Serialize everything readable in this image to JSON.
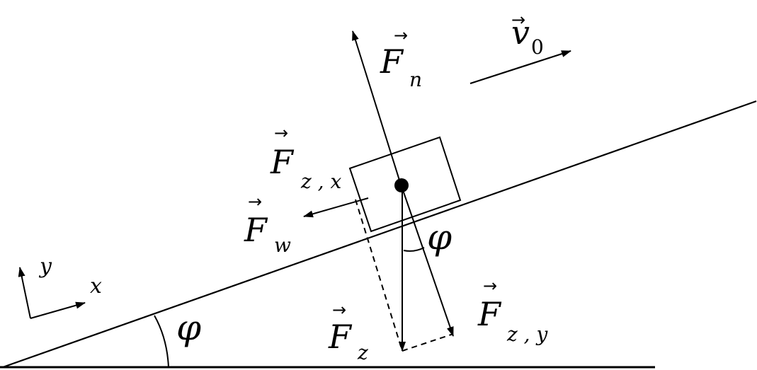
{
  "diagram": {
    "labels": {
      "normal_force": {
        "symbol": "F",
        "subscript": "n"
      },
      "velocity": {
        "symbol": "v",
        "subscript": "0"
      },
      "gravity_parallel": {
        "symbol": "F",
        "subscript": "z , x"
      },
      "friction": {
        "symbol": "F",
        "subscript": "w"
      },
      "gravity": {
        "symbol": "F",
        "subscript": "z"
      },
      "gravity_perpendicular": {
        "symbol": "F",
        "subscript": "z , y"
      },
      "angle_at_block": "φ",
      "angle_at_base": "φ",
      "axis_y": "y",
      "axis_x": "x"
    },
    "colors": {
      "ink": "#000000",
      "background": "#ffffff"
    }
  }
}
